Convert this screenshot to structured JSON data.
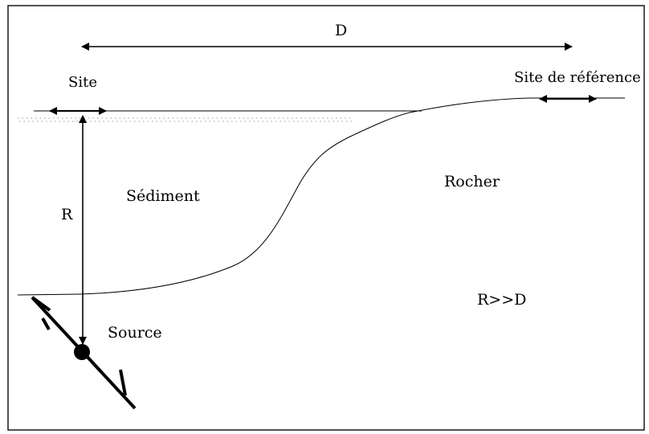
{
  "labels": {
    "distance": "D",
    "site": "Site",
    "reference_site": "Site de référence",
    "sediment": "Sédiment",
    "rock": "Rocher",
    "hypocentral_distance": "R",
    "source": "Source",
    "condition": "R>>D"
  },
  "colors": {
    "ink": "#000000",
    "background": "#ffffff",
    "frame": "#1a1a1a",
    "dotted_fill": "#9a9a9a"
  }
}
